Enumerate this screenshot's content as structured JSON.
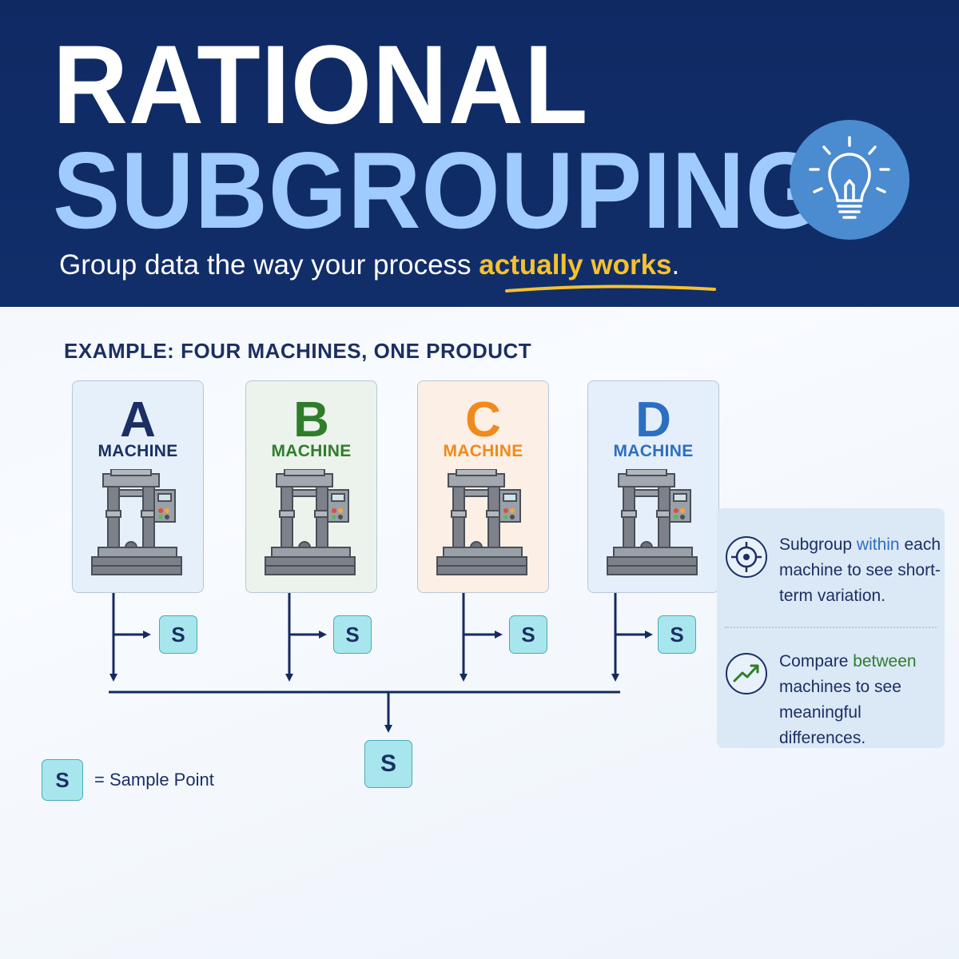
{
  "header": {
    "title_line1": "RATIONAL",
    "title_line2": "SUBGROUPING",
    "subtitle_prefix": "Group data the way your process ",
    "subtitle_highlight": "actually works",
    "subtitle_suffix": ".",
    "icon": "lightbulb-icon"
  },
  "example": {
    "title": "EXAMPLE: FOUR MACHINES, ONE PRODUCT",
    "machines": [
      {
        "letter": "A",
        "label": "MACHINE",
        "color": "#1b2f63",
        "bg": "#e6f0fb"
      },
      {
        "letter": "B",
        "label": "MACHINE",
        "color": "#2f7d2b",
        "bg": "#ebf3ec"
      },
      {
        "letter": "C",
        "label": "MACHINE",
        "color": "#f08a1c",
        "bg": "#fbefe6"
      },
      {
        "letter": "D",
        "label": "MACHINE",
        "color": "#2c6fc2",
        "bg": "#e5effb"
      }
    ],
    "sample_symbol": "S",
    "legend_text": "= Sample Point"
  },
  "info": {
    "within": {
      "icon": "target-icon",
      "prefix": "Subgroup ",
      "highlight": "within",
      "suffix": " each machine to see short-term variation."
    },
    "between": {
      "icon": "trend-up-icon",
      "prefix": "Compare ",
      "highlight": "between",
      "suffix": " machines to see meaningful differences."
    }
  },
  "colors": {
    "navy": "#0f2a63",
    "light_blue": "#9fcbff",
    "highlight_yellow": "#f6c12d",
    "sample_teal": "#a8e6ee"
  }
}
